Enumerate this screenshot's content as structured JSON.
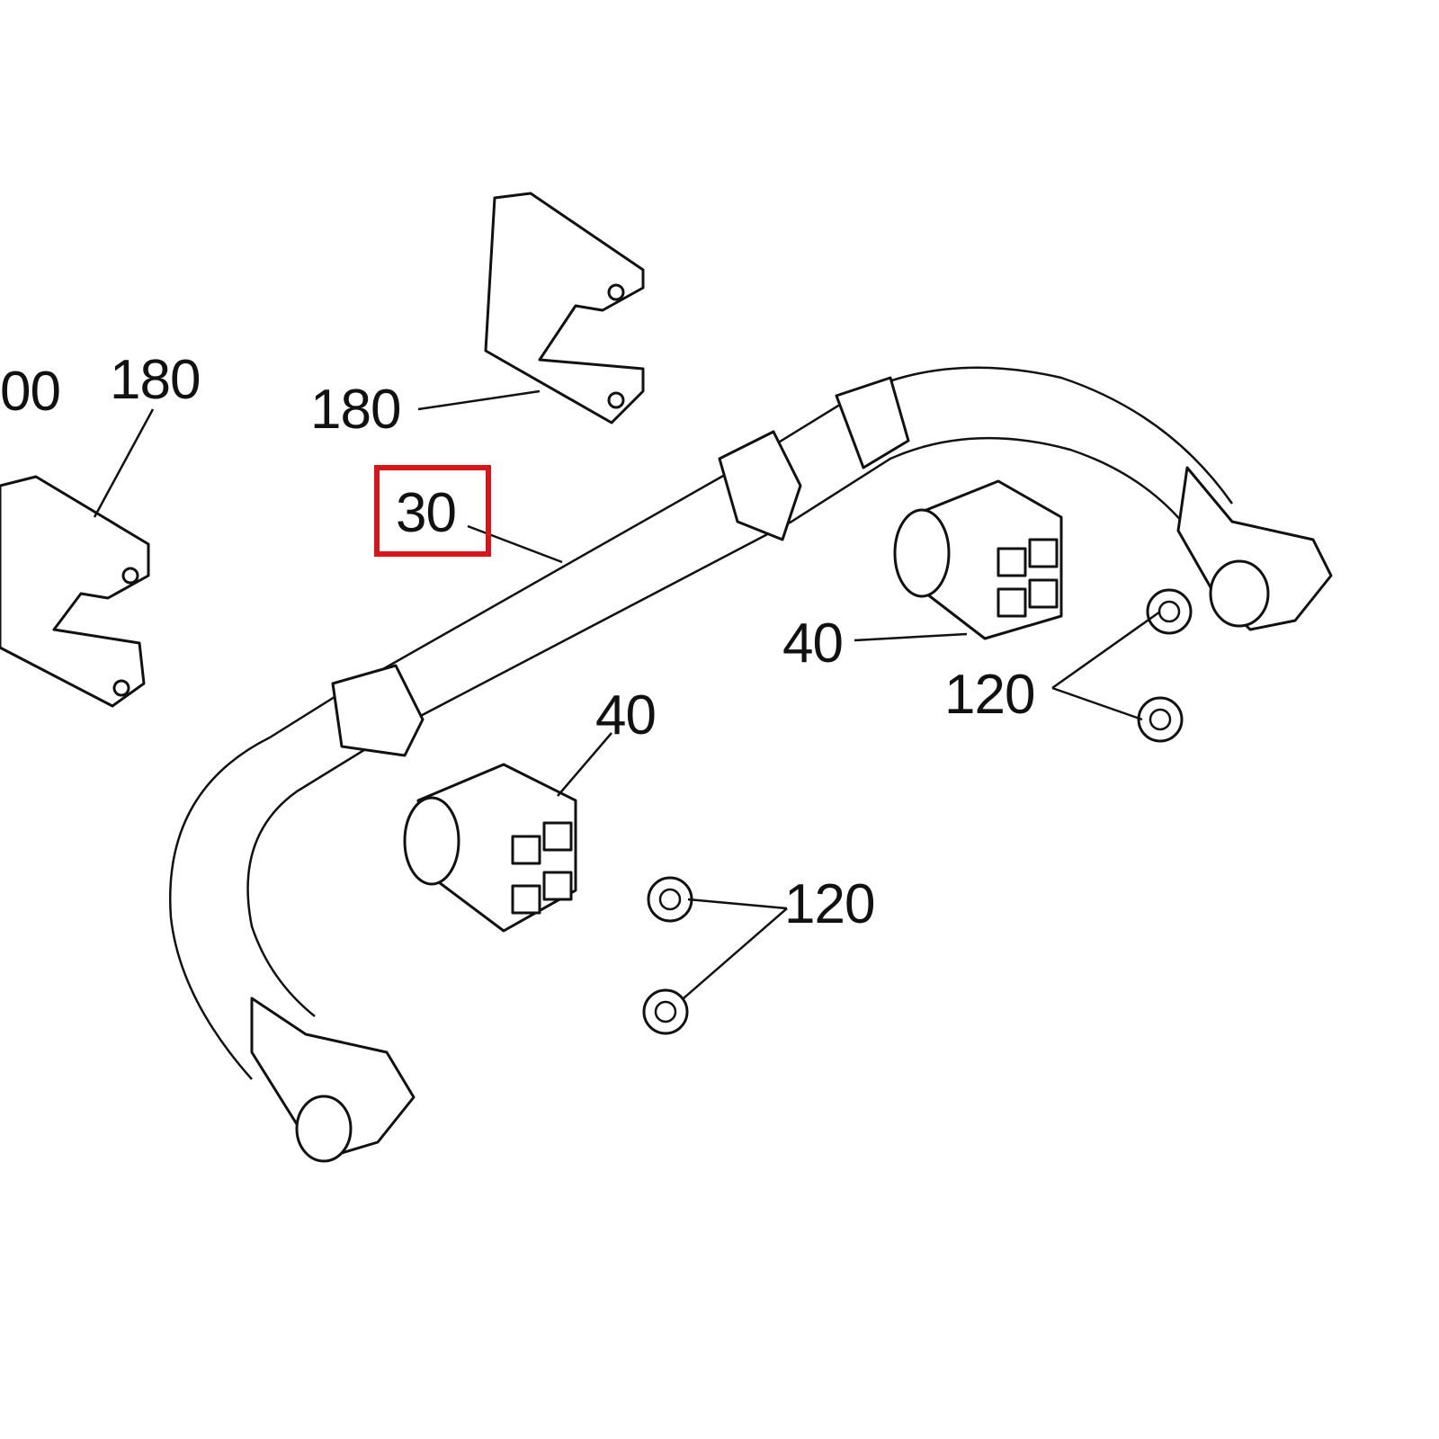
{
  "diagram": {
    "callouts": [
      {
        "id": "label-00",
        "text": "00"
      },
      {
        "id": "label-180-left",
        "text": "180"
      },
      {
        "id": "label-180-top",
        "text": "180"
      },
      {
        "id": "label-30",
        "text": "30",
        "highlighted": true
      },
      {
        "id": "label-40-right",
        "text": "40"
      },
      {
        "id": "label-40-left",
        "text": "40"
      },
      {
        "id": "label-120-right",
        "text": "120"
      },
      {
        "id": "label-120-left",
        "text": "120"
      }
    ],
    "highlight_color": "#d9141b"
  }
}
